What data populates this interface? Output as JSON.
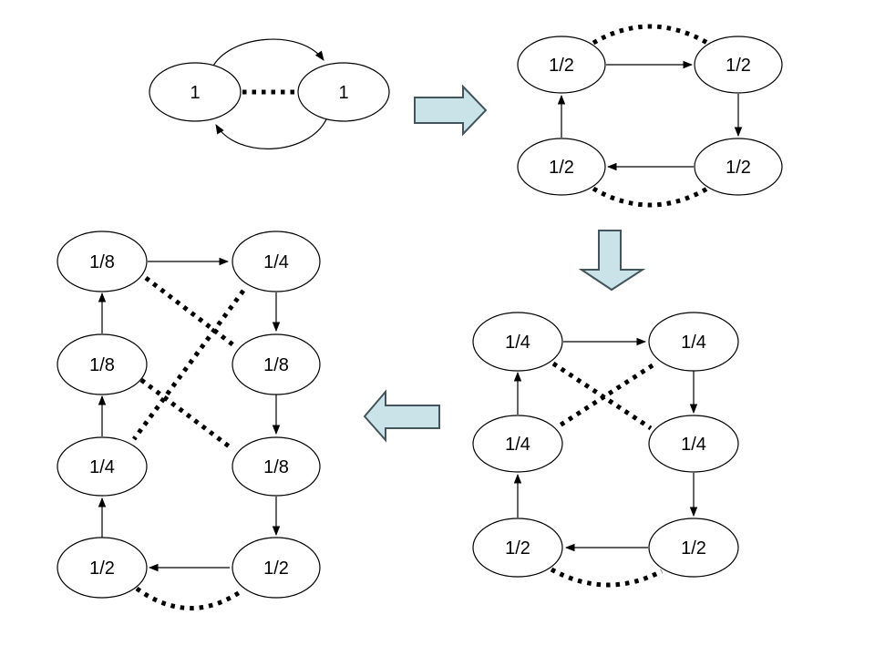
{
  "colors": {
    "background": "#ffffff",
    "node_fill": "#ffffff",
    "node_stroke": "#000000",
    "edge_color": "#000000",
    "block_arrow_fill": "#c9e3e8",
    "block_arrow_stroke": "#44545c"
  },
  "stages": [
    {
      "id": "stage-1",
      "position": "top-left",
      "nodes": [
        {
          "label": "1"
        },
        {
          "label": "1"
        }
      ],
      "solid_edges": [
        {
          "from": 0,
          "to": 1,
          "type": "curved-arrow"
        },
        {
          "from": 1,
          "to": 0,
          "type": "curved-arrow"
        }
      ],
      "dotted_links": [
        {
          "between": [
            0,
            1
          ],
          "shape": "straight"
        }
      ]
    },
    {
      "id": "stage-2",
      "position": "top-right",
      "nodes": [
        {
          "label": "1/2"
        },
        {
          "label": "1/2"
        },
        {
          "label": "1/2"
        },
        {
          "label": "1/2"
        }
      ],
      "solid_edges": [
        {
          "from": 0,
          "to": 1
        },
        {
          "from": 1,
          "to": 3
        },
        {
          "from": 3,
          "to": 2
        },
        {
          "from": 2,
          "to": 0
        }
      ],
      "dotted_links": [
        {
          "between": [
            0,
            1
          ],
          "shape": "arc-above"
        },
        {
          "between": [
            2,
            3
          ],
          "shape": "arc-below"
        }
      ]
    },
    {
      "id": "stage-3",
      "position": "bottom-right",
      "nodes": [
        {
          "label": "1/4"
        },
        {
          "label": "1/4"
        },
        {
          "label": "1/4"
        },
        {
          "label": "1/4"
        },
        {
          "label": "1/2"
        },
        {
          "label": "1/2"
        }
      ],
      "solid_edges": [
        {
          "from": 0,
          "to": 1
        },
        {
          "from": 1,
          "to": 3
        },
        {
          "from": 3,
          "to": 5
        },
        {
          "from": 5,
          "to": 4
        },
        {
          "from": 4,
          "to": 2
        },
        {
          "from": 2,
          "to": 0
        }
      ],
      "dotted_links": [
        {
          "between": [
            0,
            3
          ],
          "shape": "straight"
        },
        {
          "between": [
            1,
            2
          ],
          "shape": "straight"
        },
        {
          "between": [
            4,
            5
          ],
          "shape": "arc-below"
        }
      ]
    },
    {
      "id": "stage-4",
      "position": "bottom-left",
      "nodes": [
        {
          "label": "1/8"
        },
        {
          "label": "1/4"
        },
        {
          "label": "1/8"
        },
        {
          "label": "1/8"
        },
        {
          "label": "1/4"
        },
        {
          "label": "1/8"
        },
        {
          "label": "1/2"
        },
        {
          "label": "1/2"
        }
      ],
      "solid_edges": [
        {
          "from": 0,
          "to": 1
        },
        {
          "from": 1,
          "to": 3
        },
        {
          "from": 3,
          "to": 5
        },
        {
          "from": 5,
          "to": 7
        },
        {
          "from": 7,
          "to": 6
        },
        {
          "from": 6,
          "to": 4
        },
        {
          "from": 4,
          "to": 2
        },
        {
          "from": 2,
          "to": 0
        }
      ],
      "dotted_links": [
        {
          "between": [
            0,
            3
          ],
          "shape": "straight"
        },
        {
          "between": [
            1,
            4
          ],
          "shape": "straight"
        },
        {
          "between": [
            2,
            5
          ],
          "shape": "straight"
        },
        {
          "between": [
            6,
            7
          ],
          "shape": "arc-below"
        }
      ]
    }
  ],
  "block_arrows": [
    {
      "direction": "right",
      "from_stage": "stage-1",
      "to_stage": "stage-2"
    },
    {
      "direction": "down",
      "from_stage": "stage-2",
      "to_stage": "stage-3"
    },
    {
      "direction": "left",
      "from_stage": "stage-3",
      "to_stage": "stage-4"
    }
  ]
}
